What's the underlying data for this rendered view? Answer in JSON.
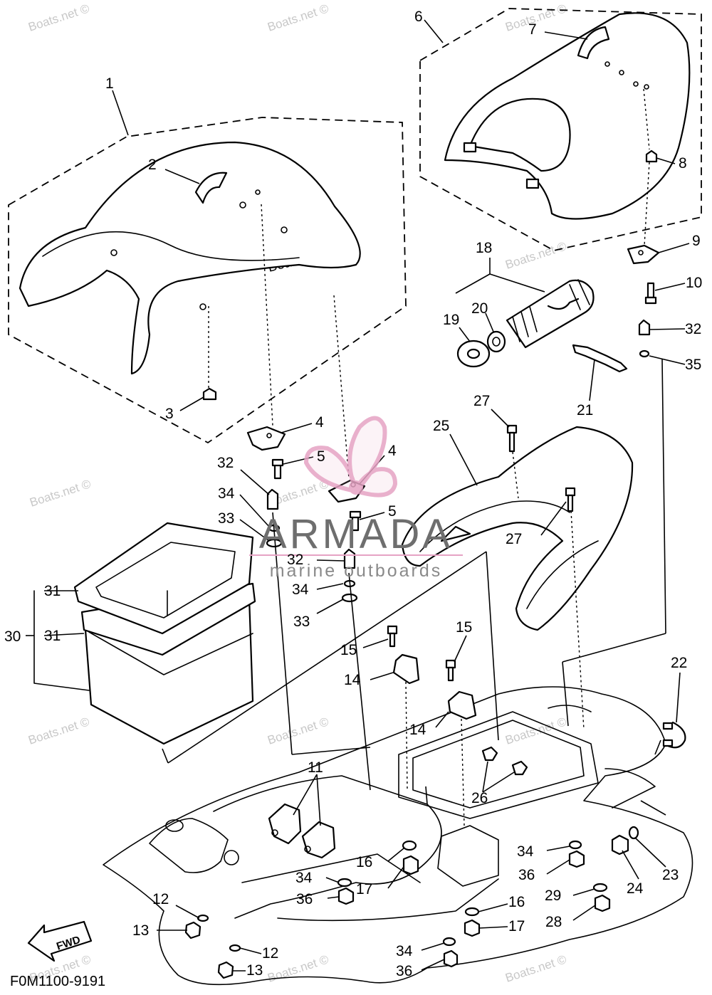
{
  "diagram": {
    "code": "F0M1100-9191",
    "watermark": "Boats.net ©",
    "logo": {
      "name": "ARMADA",
      "tagline": "marine outboards"
    },
    "fwd_label": "FWD",
    "colors": {
      "logo_pink": "#e6a3c4",
      "logo_gray": "#6e6e6e",
      "watermark": "#c8c8c8",
      "line": "#000000"
    },
    "callouts": [
      "1",
      "2",
      "3",
      "4",
      "4",
      "5",
      "5",
      "6",
      "7",
      "8",
      "9",
      "10",
      "11",
      "12",
      "12",
      "13",
      "13",
      "14",
      "14",
      "15",
      "15",
      "16",
      "16",
      "17",
      "17",
      "18",
      "19",
      "20",
      "21",
      "22",
      "23",
      "24",
      "25",
      "26",
      "27",
      "27",
      "28",
      "29",
      "30",
      "31",
      "31",
      "32",
      "32",
      "32",
      "33",
      "33",
      "34",
      "34",
      "34",
      "34",
      "34",
      "35",
      "36",
      "36",
      "36"
    ]
  }
}
